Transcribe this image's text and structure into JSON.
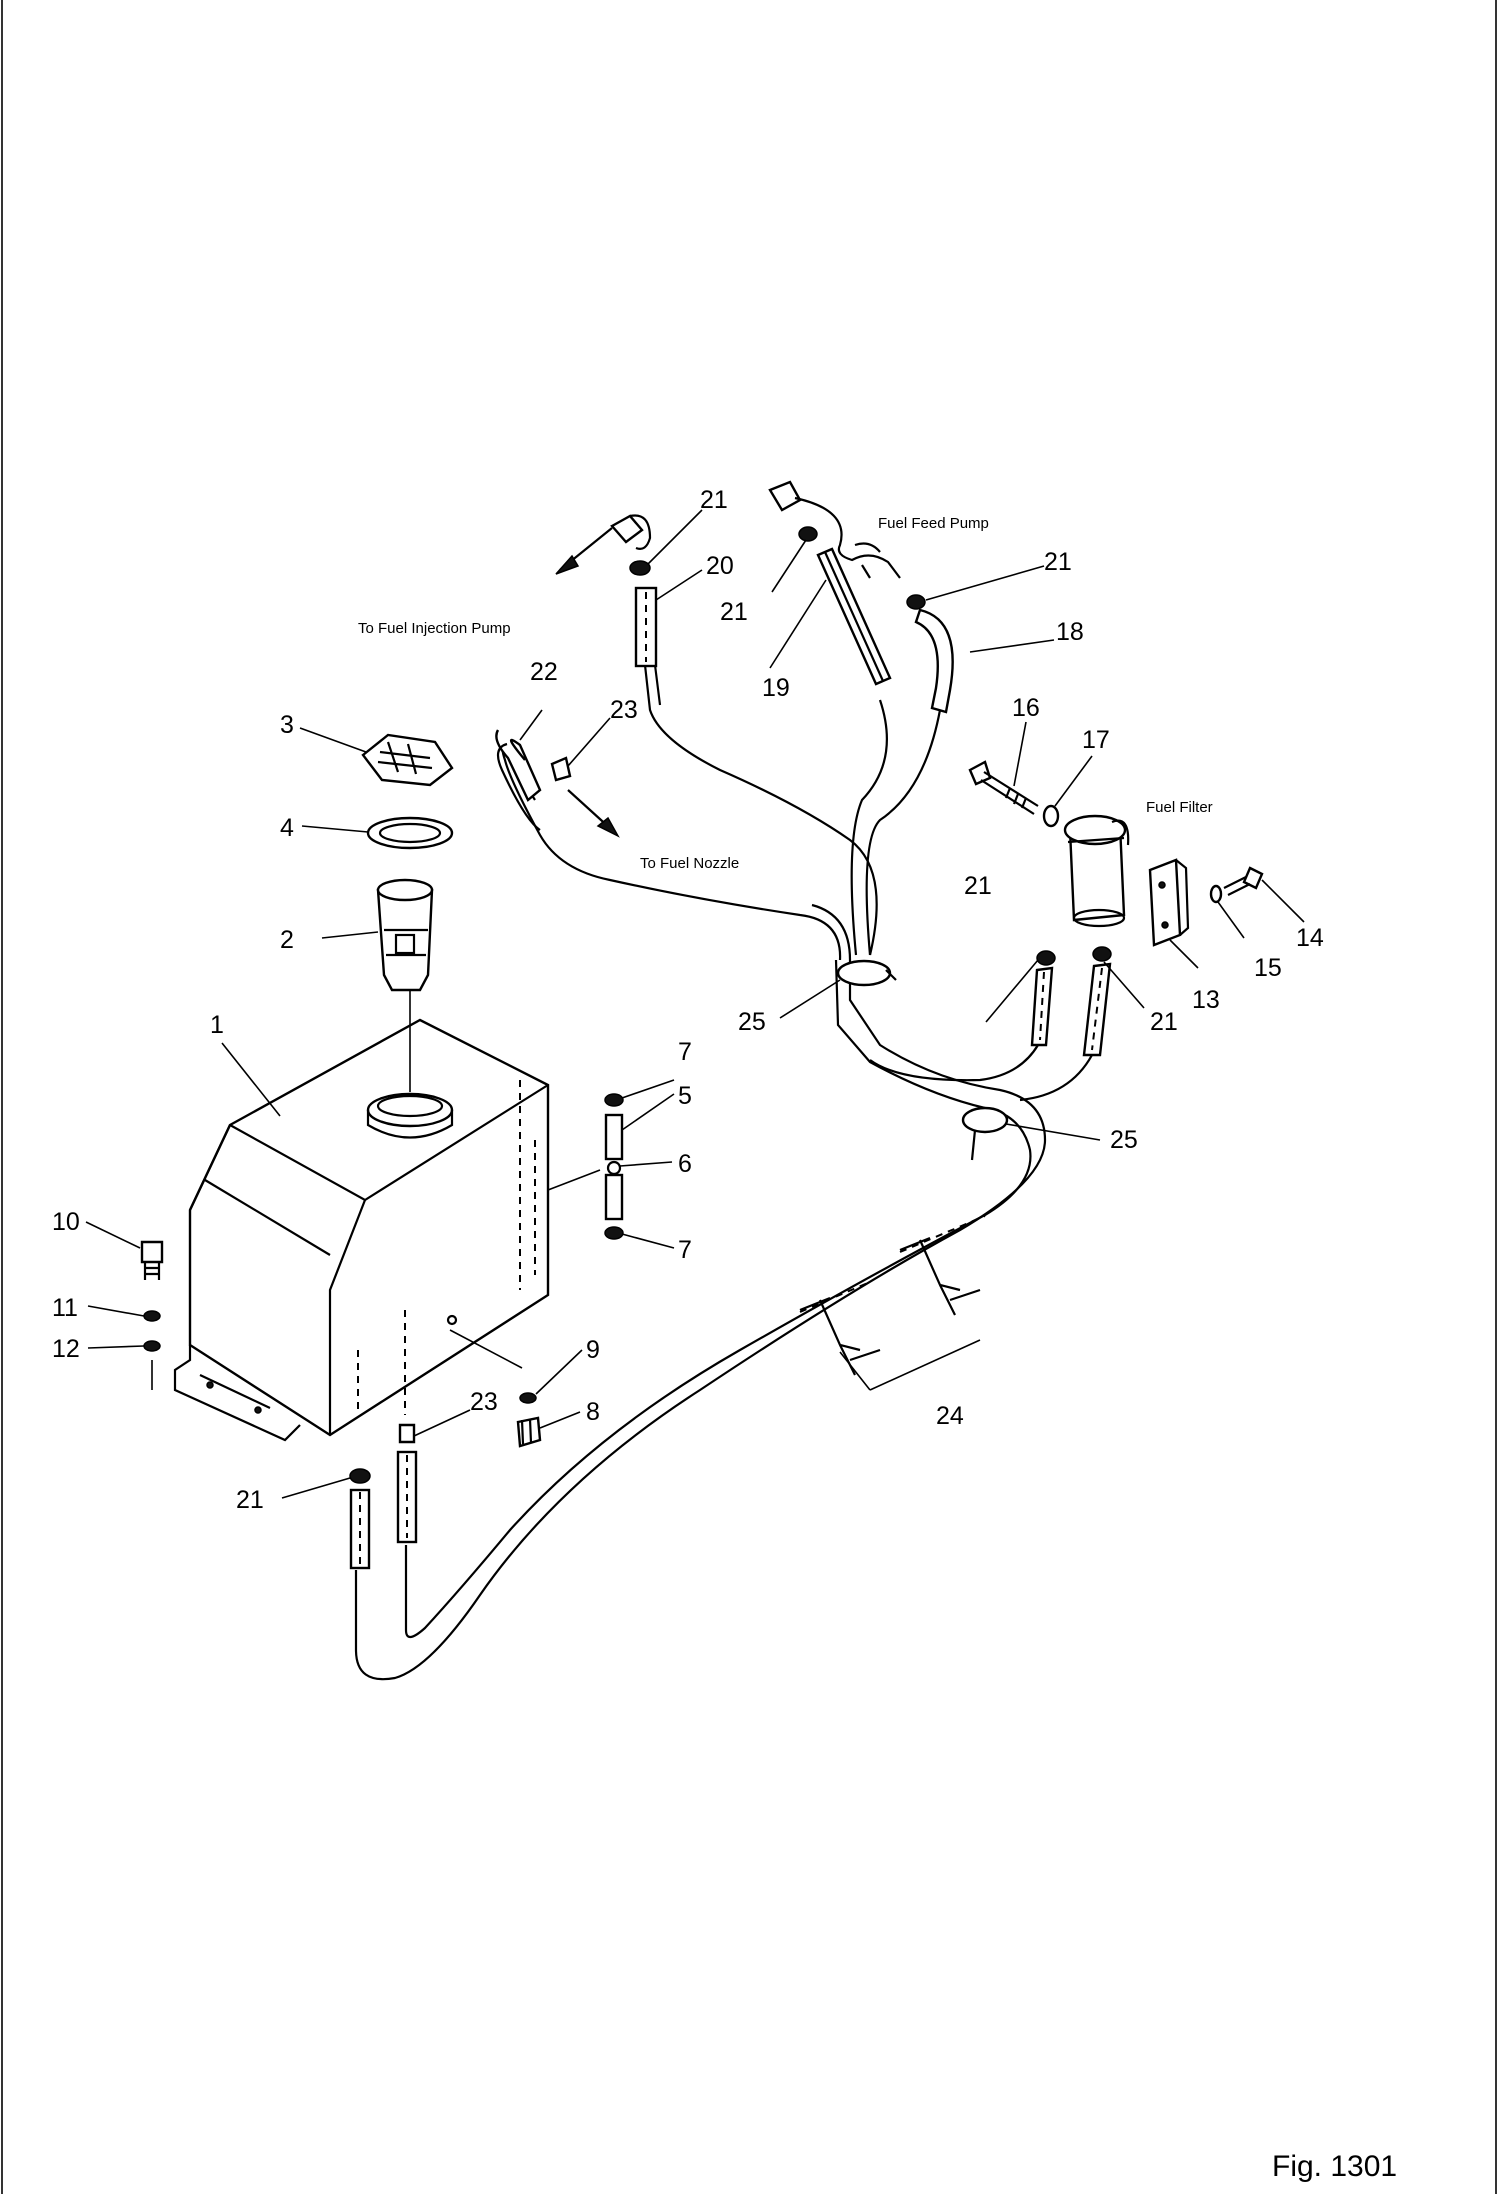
{
  "figure": {
    "label": "Fig. 1301"
  },
  "notes": {
    "fuel_feed_pump": "Fuel Feed Pump",
    "to_fuel_injection_pump": "To Fuel Injection Pump",
    "to_fuel_nozzle": "To Fuel Nozzle",
    "fuel_filter": "Fuel Filter"
  },
  "callouts": {
    "c1": "1",
    "c2": "2",
    "c3": "3",
    "c4": "4",
    "c5": "5",
    "c6": "6",
    "c7a": "7",
    "c7b": "7",
    "c8": "8",
    "c9": "9",
    "c10": "10",
    "c11": "11",
    "c12": "12",
    "c13": "13",
    "c14": "14",
    "c15": "15",
    "c16": "16",
    "c17": "17",
    "c18": "18",
    "c19": "19",
    "c20": "20",
    "c21a": "21",
    "c21b": "21",
    "c21c": "21",
    "c21d": "21",
    "c21e": "21",
    "c21f": "21",
    "c22": "22",
    "c23a": "23",
    "c23b": "23",
    "c24": "24",
    "c25a": "25",
    "c25b": "25"
  },
  "colors": {
    "ink": "#000000",
    "paper": "#ffffff"
  }
}
